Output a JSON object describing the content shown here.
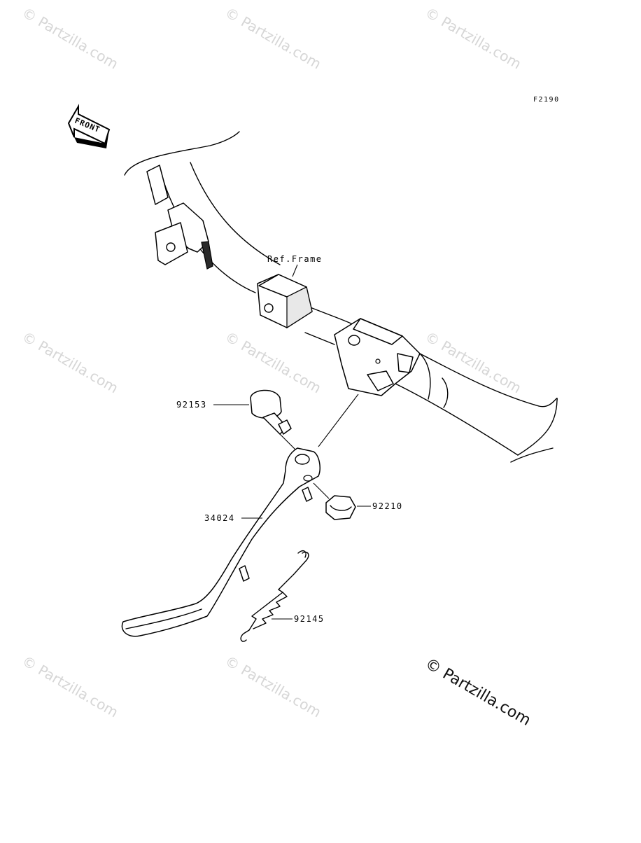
{
  "diagram": {
    "code": "F2190",
    "front_label": "FRONT",
    "ref_frame_label": "Ref.Frame",
    "parts": [
      {
        "id": "p92153",
        "number": "92153"
      },
      {
        "id": "p34024",
        "number": "34024"
      },
      {
        "id": "p92210",
        "number": "92210"
      },
      {
        "id": "p92145",
        "number": "92145"
      }
    ]
  },
  "watermark": {
    "small_text": "© Partzilla.com",
    "large_text": "© Partzilla.com"
  }
}
